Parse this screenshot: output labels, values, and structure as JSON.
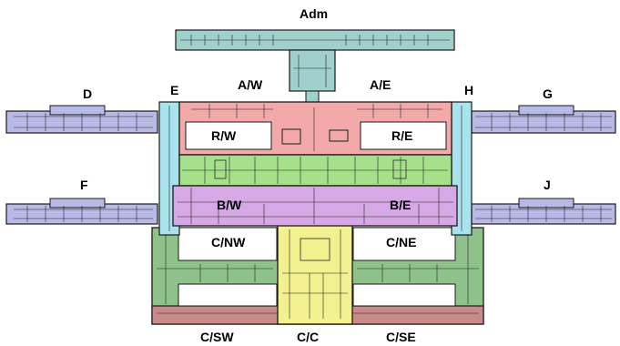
{
  "map": {
    "labels": {
      "adm": "Adm",
      "aw": "A/W",
      "ae": "A/E",
      "d": "D",
      "e": "E",
      "h": "H",
      "g": "G",
      "rw": "R/W",
      "re": "R/E",
      "f": "F",
      "j": "J",
      "bw": "B/W",
      "be": "B/E",
      "cnw": "C/NW",
      "cne": "C/NE",
      "csw": "C/SW",
      "cc": "C/C",
      "cse": "C/SE"
    },
    "colors": {
      "adm": "#9fd0cc",
      "cyan": "#a9e3ee",
      "a_red": "#f3a9a9",
      "green": "#a6e08a",
      "purple": "#d7a8e6",
      "blue_wings": "#b9b9e6",
      "yellow": "#f2f08f",
      "dark_green": "#8fc28a",
      "maroon": "#c98a8a",
      "white": "#ffffff"
    }
  }
}
